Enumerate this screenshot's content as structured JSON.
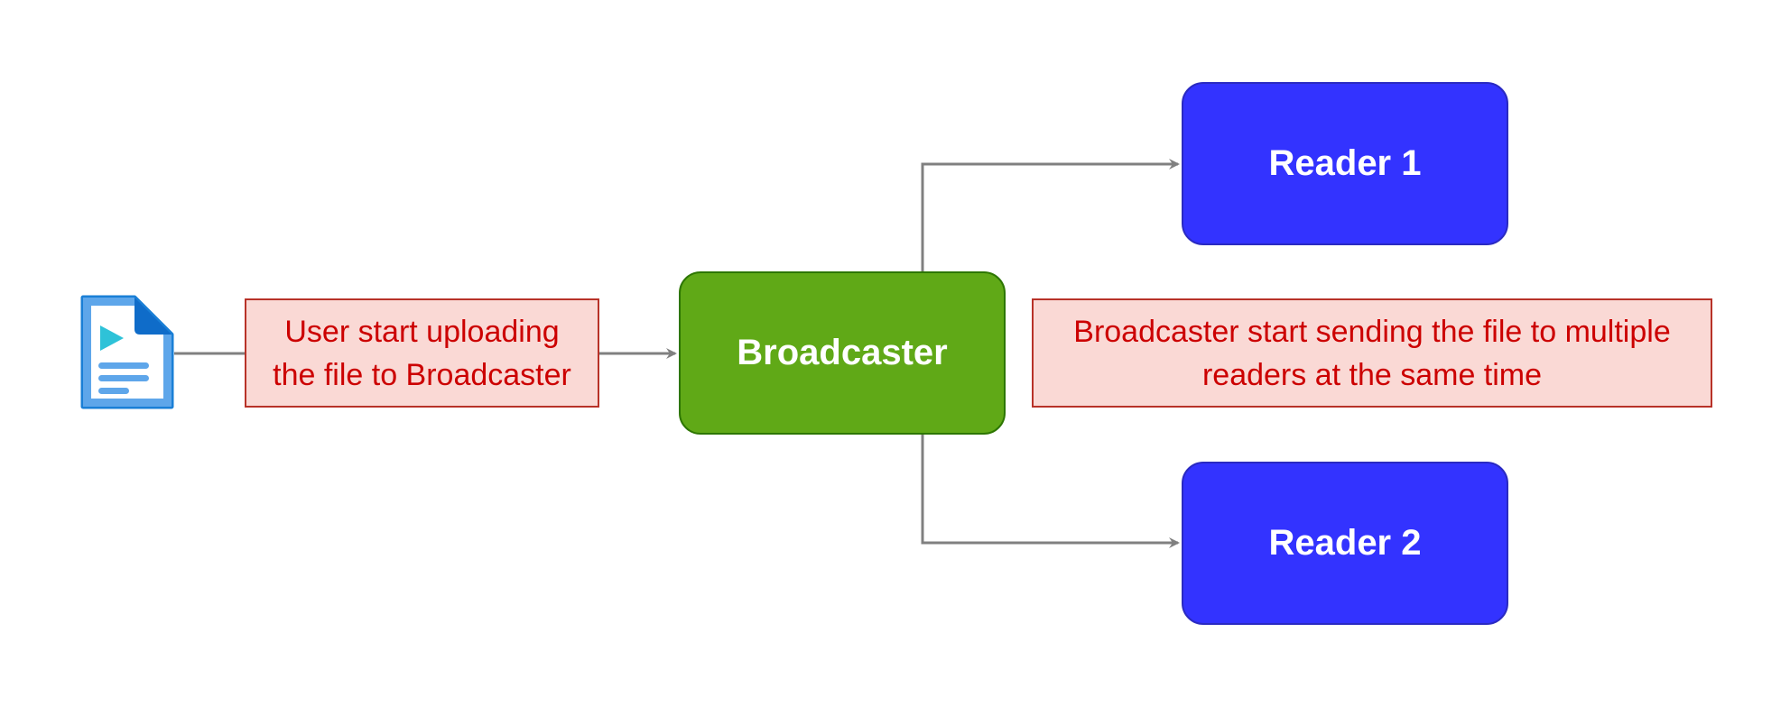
{
  "diagram": {
    "file_icon": "media-file-icon",
    "upload_note": {
      "line1": "User start uploading",
      "line2": "the file to Broadcaster"
    },
    "broadcaster": {
      "label": "Broadcaster"
    },
    "send_note": {
      "line1": "Broadcaster start sending the file to multiple",
      "line2": "readers at the same time"
    },
    "readers": [
      {
        "label": "Reader 1"
      },
      {
        "label": "Reader 2"
      }
    ],
    "colors": {
      "broadcaster_fill": "#60a917",
      "reader_fill": "#3333ff",
      "note_fill": "#fad9d5",
      "note_text": "#cc0000",
      "connector": "#808080"
    }
  }
}
